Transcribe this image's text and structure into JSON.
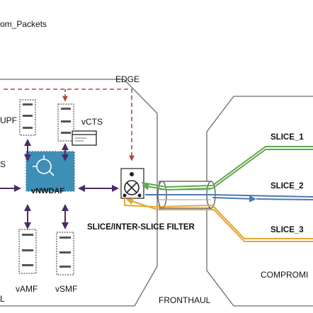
{
  "labels": {
    "top_left": "om_Packets",
    "edge": "EDGE",
    "upf": "UPF",
    "vcts": "vCTS",
    "left_s": "S",
    "vnwdaf": "vNWDAF",
    "vamf": "vAMF",
    "vsmf": "vSMF",
    "filter": "SLICE/INTER-SLICE FILTER",
    "slice1": "SLICE_1",
    "slice2": "SLICE_2",
    "slice3": "SLICE_3",
    "compromised": "COMPROMI",
    "fronthaul": "FRONTHAUL",
    "bottom_left": "L"
  },
  "colors": {
    "edge_dash": "#b5453f",
    "arrow_purple": "#4b2a66",
    "vnwdaf_fill": "#3d8fb8",
    "slice1": "#5fa84a",
    "slice2": "#4d79b0",
    "slice3": "#e3a833",
    "outline": "#6b6b6b"
  },
  "icons": {
    "server": "server-icon",
    "window": "window-icon",
    "filter": "filter-icon",
    "cable": "cable-icon"
  }
}
